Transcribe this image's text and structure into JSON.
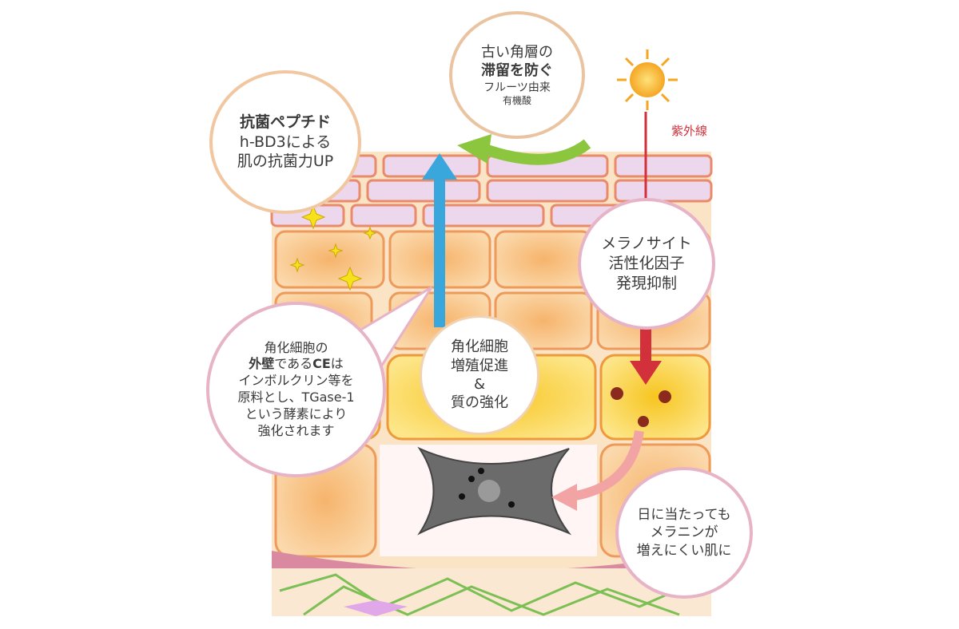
{
  "bubbles": {
    "antibacterial": {
      "title": "抗菌ペプチド",
      "line2": "h-BD3による",
      "line3": "肌の抗菌力UP"
    },
    "old_layer": {
      "line1": "古い角層の",
      "title": "滞留を防ぐ",
      "line3": "フルーツ由来",
      "line4": "有機酸"
    },
    "melanocyte": {
      "line1": "メラノサイト",
      "line2": "活性化因子",
      "line3": "発現抑制"
    },
    "ce_wall": {
      "line1": "角化細胞の",
      "title_bold1": "外壁",
      "title_mid": "である",
      "title_bold2": "CE",
      "title_end": "は",
      "line3": "インボルクリン等を",
      "line4": "原料とし、TGase-1",
      "line5": "という酵素により",
      "line6": "強化されます"
    },
    "keratinocyte": {
      "line1": "角化細胞",
      "line2": "増殖促進",
      "line3": "&",
      "line4": "質の強化"
    },
    "melanin": {
      "line1": "日に当たっても",
      "line2": "メラニンが",
      "line3": "増えにくい肌に"
    }
  },
  "labels": {
    "uv": "紫外線"
  },
  "colors": {
    "uv_red": "#d2303a",
    "blue_arrow": "#3aa7dc",
    "green_arrow": "#8cc63f",
    "cell_orange": "#f7c98f",
    "cell_yellow": "#f9d23a",
    "brick_pink": "#ead4ea"
  }
}
